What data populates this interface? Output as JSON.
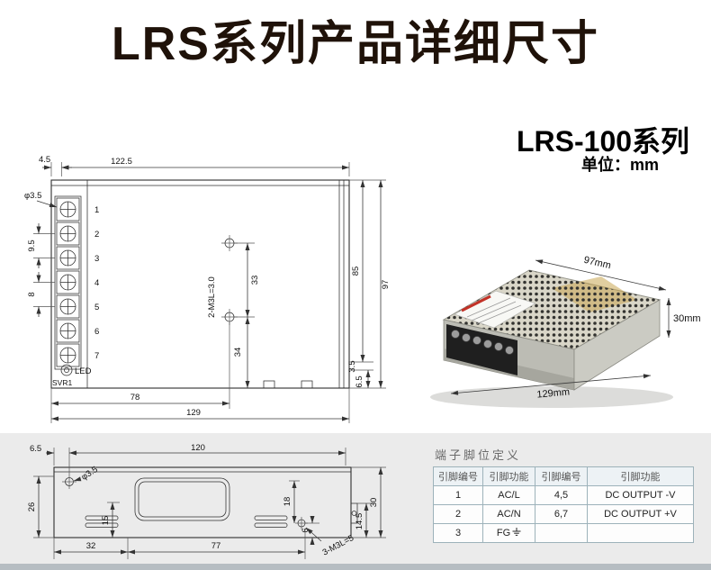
{
  "page": {
    "title": "LRS系列产品详细尺寸",
    "series_title": "LRS-100系列",
    "unit_label": "单位：mm"
  },
  "top_view": {
    "terminals": [
      "1",
      "2",
      "3",
      "4",
      "5",
      "6",
      "7"
    ],
    "led_label": "LED",
    "svr_label": "SVR1",
    "dims": {
      "d4_5": "4.5",
      "d122_5": "122.5",
      "dia3_5": "φ3.5",
      "d9_5": "9.5",
      "d8": "8",
      "d33": "33",
      "d34": "34",
      "screw_note": "2-M3L=3.0",
      "d85": "85",
      "d97": "97",
      "d3_5": "3.5",
      "d6_5": "6.5",
      "d78": "78",
      "d129": "129"
    }
  },
  "side_view": {
    "dims": {
      "d6_5": "6.5",
      "d120": "120",
      "dia3_5": "φ3.5",
      "d26": "26",
      "d15": "15",
      "d18": "18",
      "d6": "6",
      "d14_5": "14.5",
      "d30": "30",
      "d32": "32",
      "d77": "77",
      "screw_note": "3-M3L=5"
    }
  },
  "photo": {
    "dim_width": "97mm",
    "dim_height": "30mm",
    "dim_length": "129mm"
  },
  "pin_table": {
    "title": "端子脚位定义",
    "headers": [
      "引脚编号",
      "引脚功能",
      "引脚编号",
      "引脚功能"
    ],
    "rows": [
      [
        "1",
        "AC/L",
        "4,5",
        "DC OUTPUT -V"
      ],
      [
        "2",
        "AC/N",
        "6,7",
        "DC OUTPUT +V"
      ],
      [
        "3",
        "FG",
        "",
        ""
      ]
    ]
  }
}
